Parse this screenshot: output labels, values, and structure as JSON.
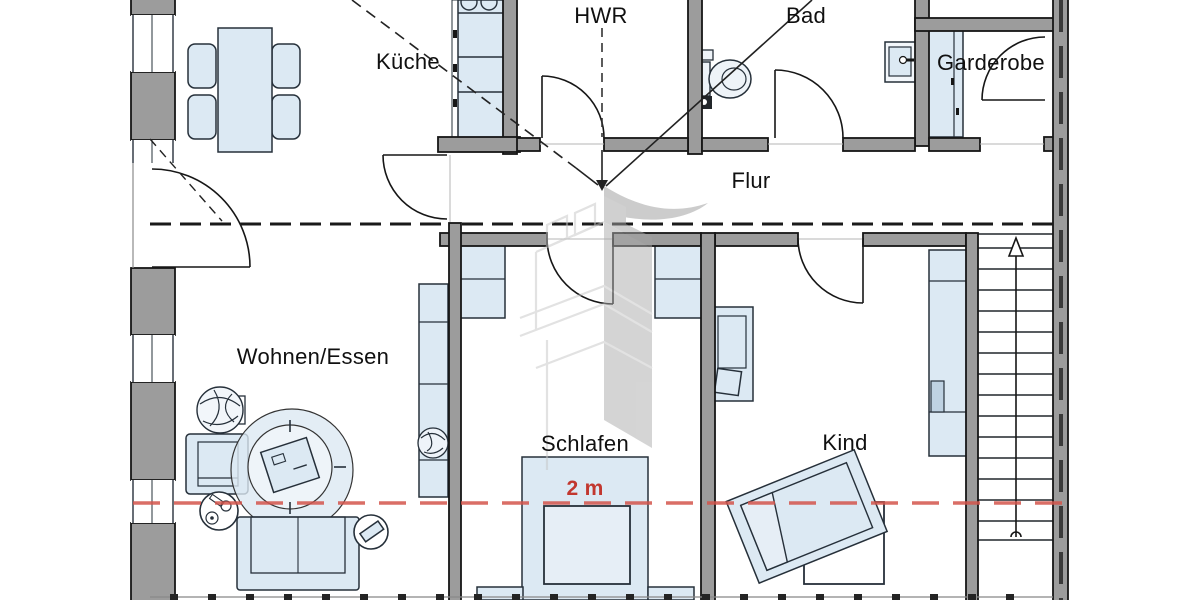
{
  "plan": {
    "rooms": [
      {
        "id": "kueche",
        "label": "Küche"
      },
      {
        "id": "hwr",
        "label": "HWR"
      },
      {
        "id": "bad",
        "label": "Bad"
      },
      {
        "id": "garderobe",
        "label": "Garderobe"
      },
      {
        "id": "flur",
        "label": "Flur"
      },
      {
        "id": "wohnen-essen",
        "label": "Wohnen/Essen"
      },
      {
        "id": "schlafen",
        "label": "Schlafen"
      },
      {
        "id": "kind",
        "label": "Kind"
      }
    ],
    "annotations": {
      "height_line_label": "2 m"
    },
    "colors": {
      "wall_fill": "#9c9c9c",
      "furniture_fill": "#dce9f3",
      "outline": "#161616",
      "height_line_red": "#d4554c",
      "dashed_line_black": "#1a1a1a",
      "watermark_gray": "#b3b3b3"
    },
    "icons": [
      "stairs-up-arrow-icon",
      "watermark-castle-logo",
      "roof-slope-arrow-icon"
    ]
  }
}
